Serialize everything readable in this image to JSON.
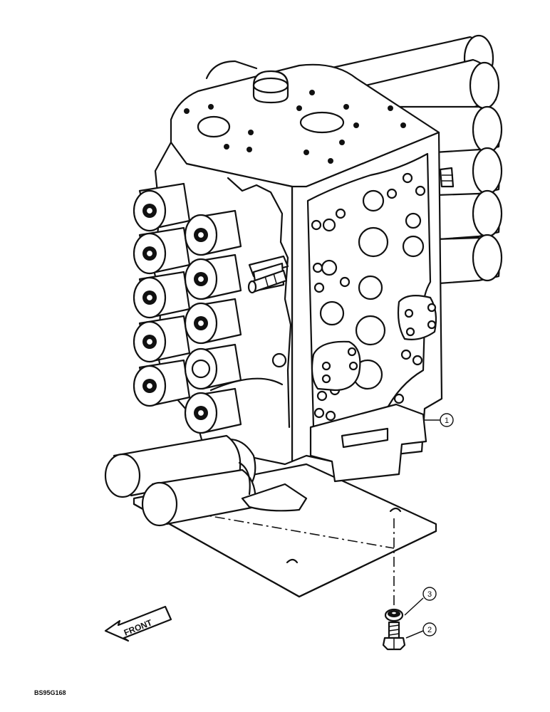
{
  "diagram": {
    "callouts": [
      {
        "id": "1",
        "part": "control-valve"
      },
      {
        "id": "2",
        "part": "bolt"
      },
      {
        "id": "3",
        "part": "washer"
      }
    ],
    "front_label": "FRONT",
    "figure_code": "BS95G168"
  },
  "icons": [
    "front-arrow-icon"
  ]
}
